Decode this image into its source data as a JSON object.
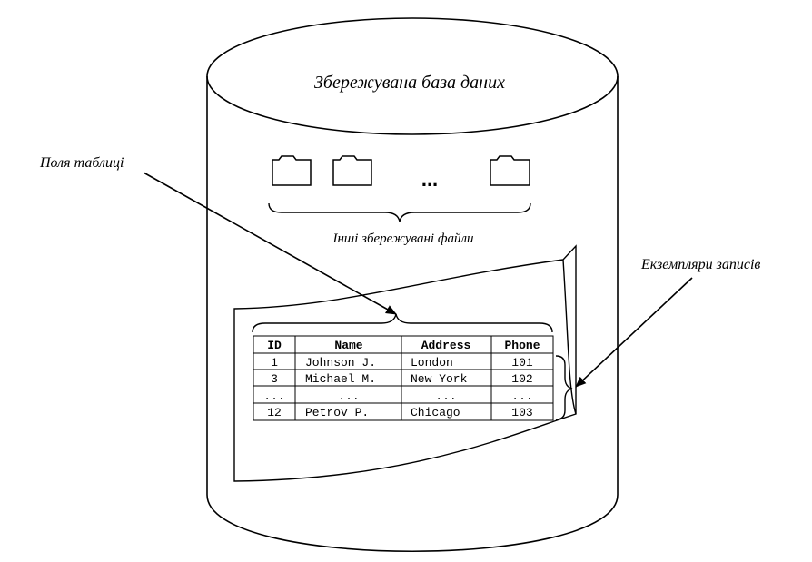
{
  "database": {
    "title": "Збережувана база даних"
  },
  "other_files": {
    "ellipsis": "...",
    "caption": "Інші збережувані файли"
  },
  "labels": {
    "table_fields": "Поля таблиці",
    "record_instances": "Екземпляри записів"
  },
  "table": {
    "headers": [
      "ID",
      "Name",
      "Address",
      "Phone"
    ],
    "rows": [
      [
        "1",
        "Johnson J.",
        "London",
        "101"
      ],
      [
        "3",
        "Michael M.",
        "New York",
        "102"
      ],
      [
        "...",
        "...",
        "...",
        "..."
      ],
      [
        "12",
        "Petrov P.",
        "Chicago",
        "103"
      ]
    ]
  },
  "icons": {
    "folder": "folder-icon",
    "arrow": "arrow-icon"
  }
}
